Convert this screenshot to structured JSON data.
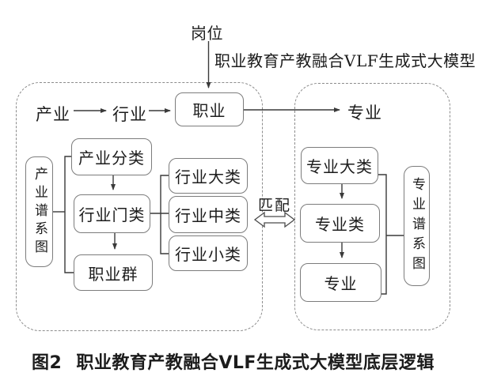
{
  "top": {
    "post_label": "岗位",
    "model_label": "职业教育产教融合VLF生成式大模型"
  },
  "chain": {
    "industry": "产业",
    "sector": "行业",
    "occupation": "职业",
    "major": "专业"
  },
  "left_panel": {
    "pedigree_label": "产业谱系图",
    "industry_classification": "产业分类",
    "sector_category": "行业门类",
    "occupation_group": "职业群",
    "sector_major_class": "行业大类",
    "sector_middle_class": "行业中类",
    "sector_small_class": "行业小类"
  },
  "right_panel": {
    "pedigree_label": "专业谱系图",
    "major_class": "专业大类",
    "major_category": "专业类",
    "major": "专业"
  },
  "match": {
    "label": "匹配"
  },
  "caption": {
    "prefix": "图2",
    "title": "职业教育产教融合VLF生成式大模型底层逻辑"
  },
  "colors": {
    "box_border": "#7c7c7c",
    "panel_border": "#8c8c8c",
    "line": "#3a3a3a",
    "text": "#1c1c1c",
    "background": "#ffffff"
  }
}
